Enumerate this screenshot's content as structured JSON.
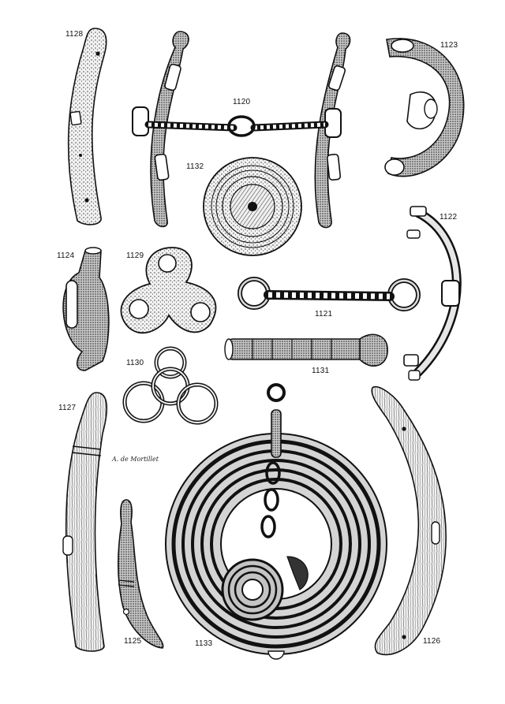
{
  "plate": {
    "signature": "A. de Mortillet",
    "ink_color": "#1a1a1a",
    "paper_color": "#ffffff",
    "labels": {
      "n1120": "1120",
      "n1121": "1121",
      "n1122": "1122",
      "n1123": "1123",
      "n1124": "1124",
      "n1125": "1125",
      "n1126": "1126",
      "n1127": "1127",
      "n1128": "1128",
      "n1129": "1129",
      "n1130": "1130",
      "n1131": "1131",
      "n1132": "1132",
      "n1133": "1133"
    }
  }
}
